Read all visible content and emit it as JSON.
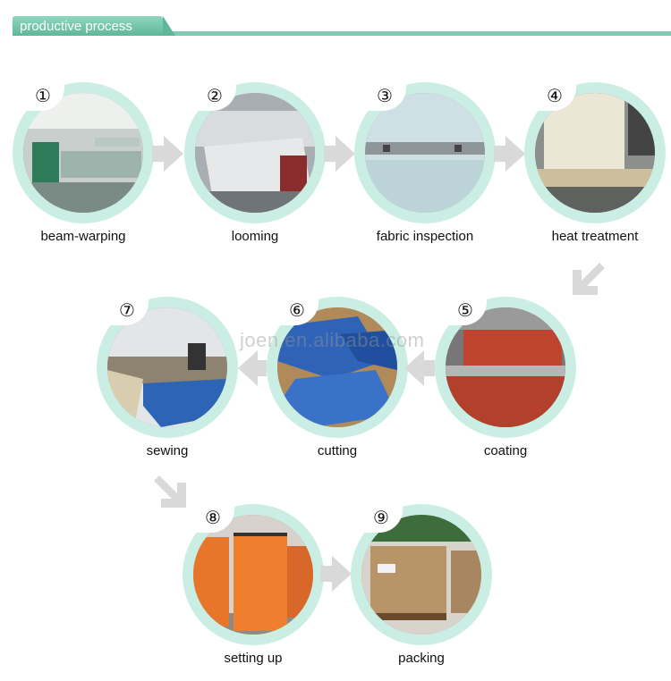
{
  "header": {
    "title": "productive process"
  },
  "watermark": "joen.en.alibaba.com",
  "steps": [
    {
      "number": "①",
      "label": "beam-warping"
    },
    {
      "number": "②",
      "label": "looming"
    },
    {
      "number": "③",
      "label": "fabric inspection"
    },
    {
      "number": "④",
      "label": "heat treatment"
    },
    {
      "number": "⑤",
      "label": "coating"
    },
    {
      "number": "⑥",
      "label": "cutting"
    },
    {
      "number": "⑦",
      "label": "sewing"
    },
    {
      "number": "⑧",
      "label": "setting up"
    },
    {
      "number": "⑨",
      "label": "packing"
    }
  ]
}
